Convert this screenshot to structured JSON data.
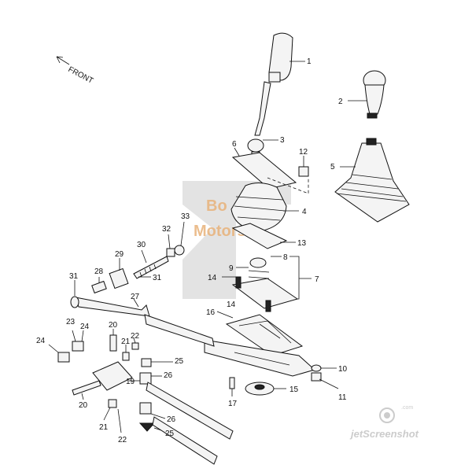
{
  "front_label": "FRONT",
  "watermark": {
    "line1": "Bo",
    "line2": "Motors"
  },
  "branding": {
    "text": "jetScreenshot",
    "small": ".com"
  },
  "callouts": {
    "c1": "1",
    "c2": "2",
    "c3": "3",
    "c4": "4",
    "c5": "5",
    "c6": "6",
    "c7": "7",
    "c8": "8",
    "c9": "9",
    "c10": "10",
    "c11": "11",
    "c12": "12",
    "c13": "13",
    "c14a": "14",
    "c14b": "14",
    "c15": "15",
    "c16": "16",
    "c17": "17",
    "c19": "19",
    "c20a": "20",
    "c20b": "20",
    "c21a": "21",
    "c21b": "21",
    "c22a": "22",
    "c22b": "22",
    "c23": "23",
    "c24a": "24",
    "c24b": "24",
    "c25a": "25",
    "c25b": "25",
    "c26a": "26",
    "c26b": "26",
    "c27": "27",
    "c28": "28",
    "c29": "29",
    "c30": "30",
    "c31a": "31",
    "c31b": "31",
    "c32": "32",
    "c33": "33"
  }
}
